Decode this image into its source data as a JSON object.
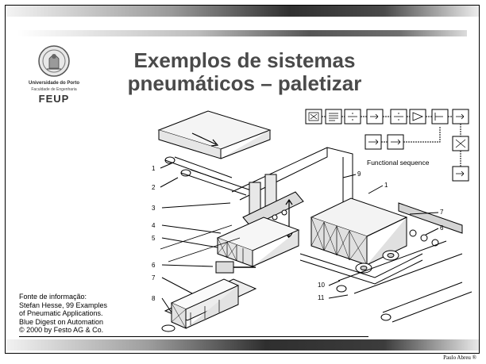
{
  "logo": {
    "university": "Universidade do Porto",
    "faculty": "Faculdade de Engenharia",
    "acronym": "FEUP",
    "seal_icon": "university-seal-icon"
  },
  "title": {
    "line1": "Exemplos de sistemas",
    "line2": "pneumáticos – paletizar"
  },
  "source": {
    "line1": "Fonte de informação:",
    "line2": "Stefan Hesse, 99 Examples",
    "line3": "of Pneumatic Applications.",
    "line4": "Blue Digest on Automation",
    "line5": "© 2000 by Festo AG & Co."
  },
  "diagram": {
    "sequence_label": "Functional sequence",
    "labels": [
      "1",
      "2",
      "3",
      "4",
      "5",
      "6",
      "7",
      "8",
      "9",
      "1",
      "7",
      "6",
      "10",
      "11"
    ]
  },
  "footer": {
    "author": "Paulo Abreu ®"
  },
  "colors": {
    "title": "#4a4a4a",
    "bars_dark": "#303030"
  }
}
